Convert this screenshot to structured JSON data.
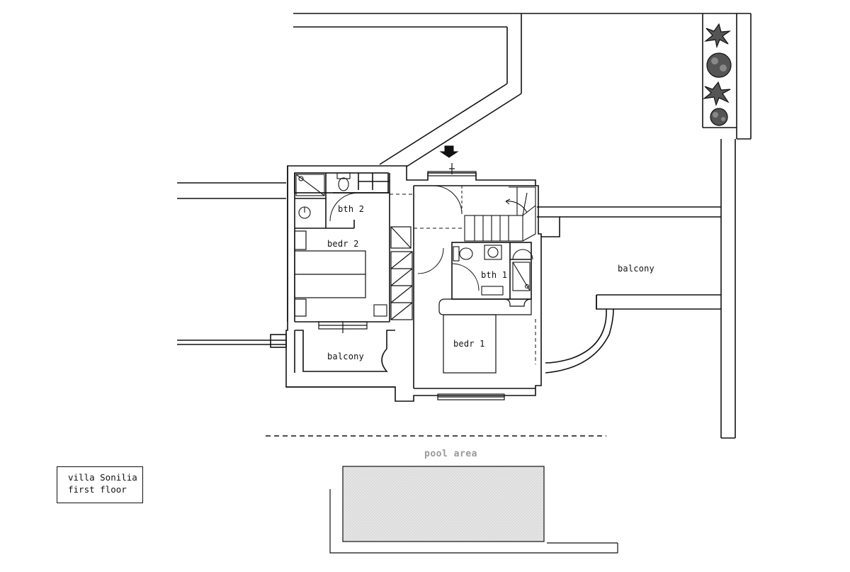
{
  "plan": {
    "title": "villa Sonilia",
    "subtitle": "first floor",
    "rooms": {
      "bth2": "bth 2",
      "bedr2": "bedr 2",
      "bth1": "bth 1",
      "bedr1": "bedr 1",
      "balcony_left": "balcony",
      "balcony_right": "balcony",
      "pool": "pool area"
    },
    "icons": [
      "entrance-arrow-icon",
      "plant-icon",
      "shower-icon",
      "toilet-icon",
      "sink-icon",
      "double-bed-icon",
      "staircase-icon"
    ]
  }
}
